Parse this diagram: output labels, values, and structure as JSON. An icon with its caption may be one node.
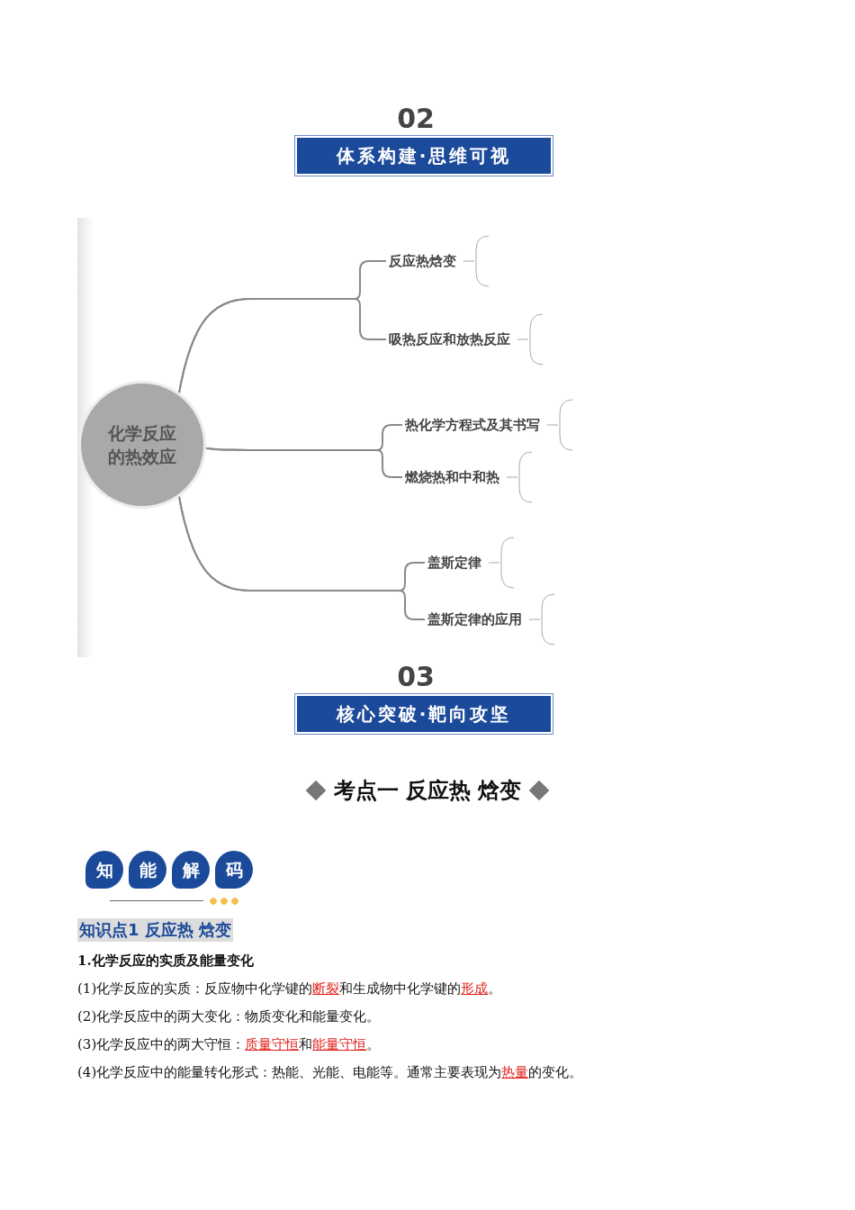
{
  "diagram": {
    "nodes": [
      {
        "text": [
          "02",
          "体系构建·思维可视"
        ]
      },
      {
        "text": [
          "化学反应的热效应"
        ]
      },
      {
        "text": [
          "反应热焓变"
        ]
      },
      {
        "text": [
          "吸热反应和放热反应"
        ]
      },
      {
        "text": [
          "热化学方程式及其书写"
        ]
      },
      {
        "text": [
          "燃烧热和中和热"
        ]
      },
      {
        "text": [
          "盖斯定律"
        ]
      },
      {
        "text": [
          "盖斯定律的应用"
        ]
      },
      {
        "text": [
          "03",
          "核心突破·靶向攻坚"
        ]
      },
      {
        "text": [
          "知"
        ]
      },
      {
        "text": [
          "能"
        ]
      },
      {
        "text": [
          "解"
        ]
      },
      {
        "text": [
          "码"
        ]
      },
      {
        "text": [
          "知识点1 反应热 焓变"
        ]
      }
    ],
    "edges": [
      {
        "from": 1,
        "to": 2,
        "arrow": "none"
      },
      {
        "from": 1,
        "to": 3,
        "arrow": "none"
      },
      {
        "from": 1,
        "to": 4,
        "arrow": "none"
      },
      {
        "from": 1,
        "to": 5,
        "arrow": "none"
      },
      {
        "from": 1,
        "to": 6,
        "arrow": "none"
      },
      {
        "from": 1,
        "to": 7,
        "arrow": "none"
      }
    ],
    "labels": [
      "考点一 反应热 焓变",
      "1.化学反应的实质及能量变化",
      "(1)化学反应的实质：反应物中化学键的**断裂**和生成物中化学键的**形成**。",
      "(2)化学反应中的两大变化：物质变化和能量变化。",
      "(3)化学反应中的两大守恒：**质量守恒**和**能量守恒**。",
      "(4)化学反应中的能量转化形式：热能、光能、电能等。通常主要表现为**热量**的变化。"
    ]
  }
}
